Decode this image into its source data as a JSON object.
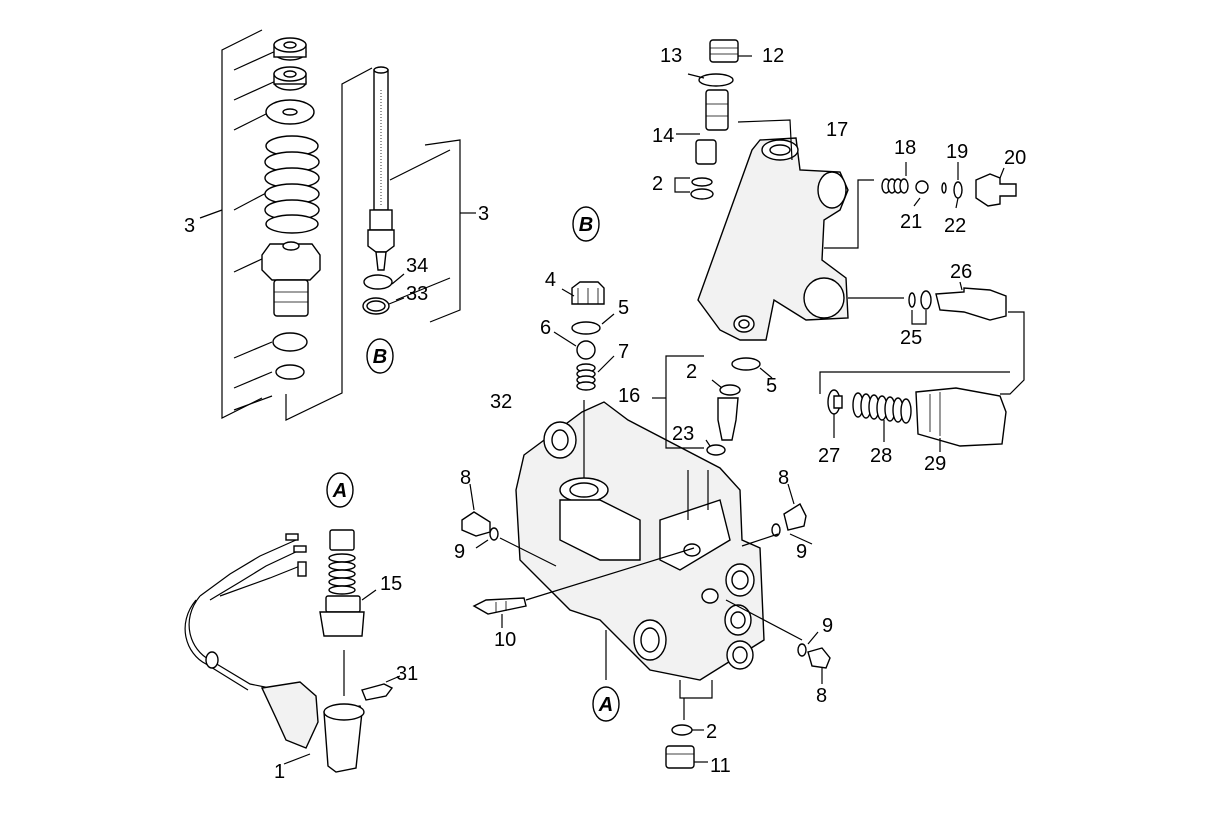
{
  "labels": {
    "l1": "1",
    "l2a": "2",
    "l2b": "2",
    "l2c": "2",
    "l3a": "3",
    "l3b": "3",
    "l4": "4",
    "l5a": "5",
    "l5b": "5",
    "l6": "6",
    "l7": "7",
    "l8a": "8",
    "l8b": "8",
    "l8c": "8",
    "l9a": "9",
    "l9b": "9",
    "l9c": "9",
    "l10": "10",
    "l11": "11",
    "l12": "12",
    "l13": "13",
    "l14": "14",
    "l15": "15",
    "l16": "16",
    "l17": "17",
    "l18": "18",
    "l19": "19",
    "l20": "20",
    "l21": "21",
    "l22": "22",
    "l23": "23",
    "l25": "25",
    "l26": "26",
    "l27": "27",
    "l28": "28",
    "l29": "29",
    "l31": "31",
    "l32": "32",
    "l33": "33",
    "l34": "34"
  },
  "refs": {
    "a_top": "A",
    "a_bottom": "A",
    "b_top": "B",
    "b_bottom": "B"
  }
}
